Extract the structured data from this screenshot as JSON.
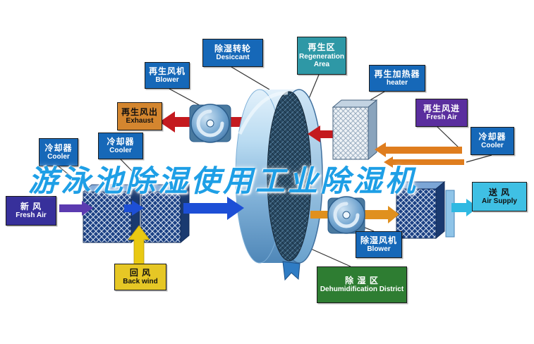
{
  "watermark": {
    "text": "游泳池除湿使用工业除湿机"
  },
  "labels": {
    "regen_blower": {
      "zh": "再生风机",
      "en": "Blower"
    },
    "desiccant": {
      "zh": "除湿转轮",
      "en": "Desiccant"
    },
    "regen_area": {
      "zh": "再生区",
      "en": "Regeneration Area"
    },
    "regen_heater": {
      "zh": "再生加热器",
      "en": "heater"
    },
    "regen_exhaust": {
      "zh": "再生风出",
      "en": "Exhaust"
    },
    "regen_fresh_air": {
      "zh": "再生风进",
      "en": "Fresh Air"
    },
    "cooler_left": {
      "zh": "冷却器",
      "en": "Cooler"
    },
    "cooler_mid": {
      "zh": "冷却器",
      "en": "Cooler"
    },
    "cooler_right": {
      "zh": "冷却器",
      "en": "Cooler"
    },
    "fresh_air": {
      "zh": "新  风",
      "en": "Fresh Air"
    },
    "back_wind": {
      "zh": "回  风",
      "en": "Back wind"
    },
    "dehumid_blower": {
      "zh": "除湿风机",
      "en": "Blower"
    },
    "dehumid_district": {
      "zh": "除 湿 区",
      "en": "Dehumidification District"
    },
    "air_supply": {
      "zh": "送  风",
      "en": "Air Supply"
    }
  },
  "colors": {
    "label_blue": "#1668b8",
    "label_teal": "#2e98a6",
    "label_orange": "#d4862f",
    "label_purple": "#5a2e9e",
    "label_indigo": "#37309b",
    "label_yellow": "#e6c725",
    "label_green": "#2e7d32",
    "label_cyan": "#3fc0e4",
    "arrow_red": "#c41a1f",
    "arrow_orange": "#df7d1e",
    "arrow_blue": "#1d4fd6",
    "arrow_purple": "#5b3bb0",
    "arrow_yellow": "#e9c912",
    "arrow_cyan": "#2fb9e2",
    "watermark_blue": "#1e9fe6"
  }
}
